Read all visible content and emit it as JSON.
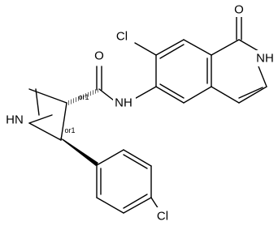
{
  "atoms": {
    "cl_top": "Cl",
    "o_carbonyl": "O",
    "o_lactam": "O",
    "nh_lactam": "NH",
    "nh_amide": "NH",
    "nh_ring": "HN",
    "cl_bottom": "Cl"
  },
  "stereo_labels": {
    "c3": "or1",
    "c4": "or1"
  }
}
